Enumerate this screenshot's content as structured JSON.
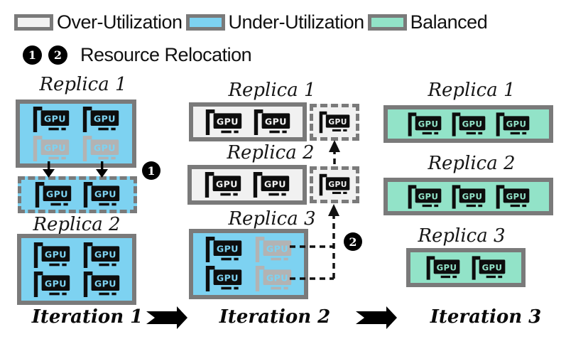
{
  "legend": {
    "items": [
      {
        "label": "Over-Utilization",
        "color": "#F1F1F1",
        "status": "over"
      },
      {
        "label": "Under-Utilization",
        "color": "#7DD2F1",
        "status": "under"
      },
      {
        "label": "Balanced",
        "color": "#92E3C8",
        "status": "balanced"
      }
    ],
    "relocation_badges": [
      "1",
      "2"
    ],
    "relocation_label": "Resource Relocation"
  },
  "gpu_label": "GPU",
  "colors": {
    "over_utilization": "#F1F1F1",
    "under_utilization": "#7DD2F1",
    "balanced": "#92E3C8",
    "box_border": "#7A7A7A",
    "faded_gpu": "#B3B3B3",
    "ink": "#0D0D0D"
  },
  "iterations": [
    {
      "label": "Iteration 1",
      "relocation_badge": "1",
      "replicas": [
        {
          "name": "Replica 1",
          "status": "under",
          "gpus": [
            "on",
            "on",
            "dim",
            "dim"
          ]
        },
        {
          "name": "Replica 2",
          "status": "under",
          "gpus": [
            "on",
            "on",
            "on",
            "on"
          ]
        }
      ],
      "pending_box": {
        "status": "under",
        "gpus": [
          "on",
          "on"
        ]
      }
    },
    {
      "label": "Iteration 2",
      "relocation_badge": "2",
      "replicas": [
        {
          "name": "Replica 1",
          "status": "over",
          "gpus": [
            "on",
            "on"
          ]
        },
        {
          "name": "Replica 2",
          "status": "over",
          "gpus": [
            "on",
            "on"
          ]
        },
        {
          "name": "Replica 3",
          "status": "under",
          "gpus": [
            "on",
            "dim",
            "on",
            "dim"
          ]
        }
      ],
      "pending_boxes": [
        {
          "status": "over",
          "gpus": [
            "on"
          ]
        },
        {
          "status": "over",
          "gpus": [
            "on"
          ]
        }
      ]
    },
    {
      "label": "Iteration 3",
      "replicas": [
        {
          "name": "Replica 1",
          "status": "balanced",
          "gpus": [
            "on",
            "on",
            "on"
          ]
        },
        {
          "name": "Replica 2",
          "status": "balanced",
          "gpus": [
            "on",
            "on",
            "on"
          ]
        },
        {
          "name": "Replica 3",
          "status": "balanced",
          "gpus": [
            "on",
            "on"
          ]
        }
      ]
    }
  ]
}
